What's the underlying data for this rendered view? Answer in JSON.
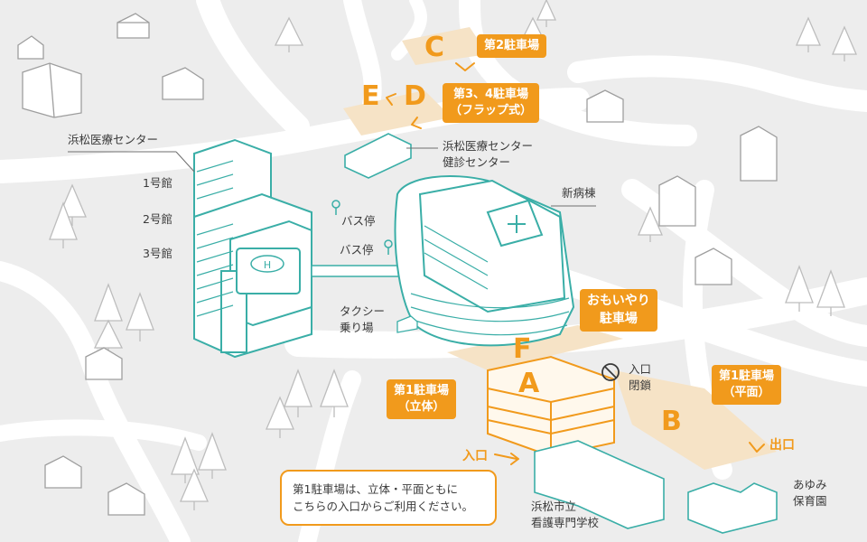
{
  "labels": {
    "main_center": "浜松医療センター",
    "bldg1": "1号館",
    "bldg2": "2号館",
    "bldg3": "3号館",
    "bus_stop_1": "バス停",
    "bus_stop_2": "バス停",
    "taxi": "タクシー\n乗り場",
    "new_ward": "新病棟",
    "checkup_center": "浜松医療センター\n健診センター",
    "entrance_closed": "入口\n閉鎖",
    "nursing_school": "浜松市立\n看護専門学校",
    "nursery": "あゆみ\n保育園",
    "entrance": "入口",
    "exit": "出口"
  },
  "parking": {
    "c": {
      "letter": "C",
      "name": "第2駐車場"
    },
    "de": {
      "letter_e": "E",
      "letter_d": "D",
      "name": "第3、4駐車場\n（フラップ式）"
    },
    "f": {
      "letter": "F",
      "name": "おもいやり\n駐車場"
    },
    "a": {
      "letter": "A",
      "name": "第1駐車場\n（立体）"
    },
    "b": {
      "letter": "B",
      "name": "第1駐車場\n（平面）"
    }
  },
  "note": "第1駐車場は、立体・平面ともに\nこちらの入口からご利用ください。",
  "colors": {
    "accent": "#f19a1c",
    "building": "#3aaea7",
    "road": "#ffffff",
    "ground": "#ededed",
    "lot": "#f6e3c6"
  },
  "icons": [
    "house-icon",
    "tree-icon",
    "bus-stop-icon",
    "no-entry-icon",
    "heliport-icon",
    "car-icon",
    "arrow-icon"
  ]
}
